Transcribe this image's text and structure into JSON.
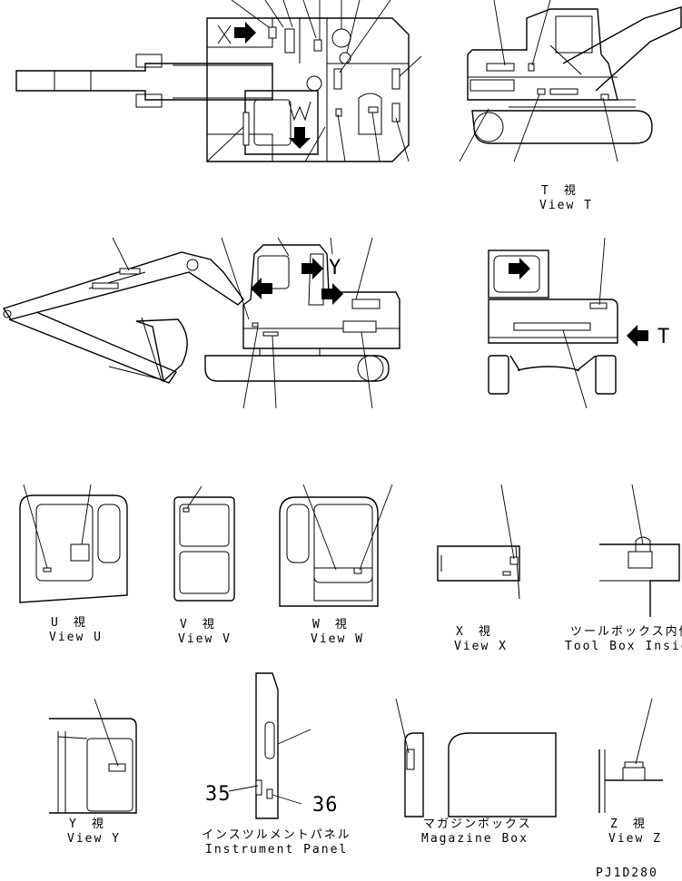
{
  "views": {
    "t": {
      "title": "T　視",
      "subtitle": "View T"
    },
    "u": {
      "title": "U　視",
      "subtitle": "View U"
    },
    "v": {
      "title": "V　視",
      "subtitle": "View V"
    },
    "w": {
      "title": "W　視",
      "subtitle": "View W"
    },
    "x": {
      "title": "X　視",
      "subtitle": "View X"
    },
    "tool_box": {
      "title": "ツールボックス内側",
      "subtitle": "Tool Box Inside"
    },
    "y": {
      "title": "Y　視",
      "subtitle": "View Y"
    },
    "instrument_panel": {
      "title": "インスツルメントパネル",
      "subtitle": "Instrument Panel"
    },
    "magazine_box": {
      "title": "マガジンボックス",
      "subtitle": "Magazine Box"
    },
    "z": {
      "title": "Z　視",
      "subtitle": "View Z"
    }
  },
  "markers": {
    "t": "T",
    "w": "W",
    "x": "X",
    "y": "Y"
  },
  "callouts": {
    "left": "35",
    "right": "36"
  },
  "drawing_code": "PJ1D280",
  "colors": {
    "line": "#000000",
    "background": "#ffffff"
  }
}
